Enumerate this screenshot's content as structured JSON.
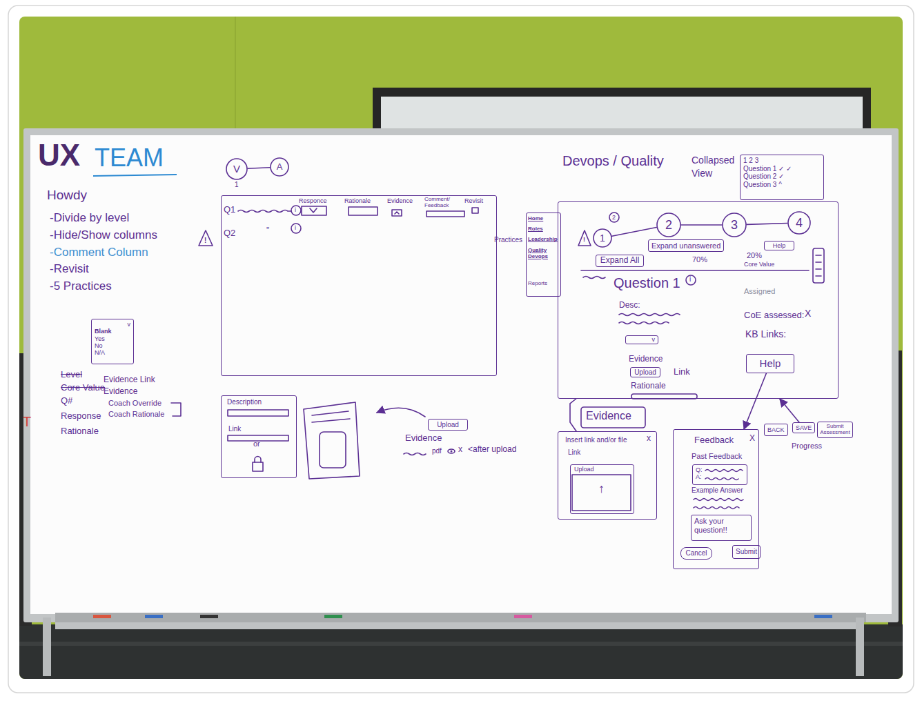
{
  "diagram": {
    "nodes": [
      {
        "text": [
          "V"
        ]
      },
      {
        "text": [
          "A"
        ]
      },
      {
        "text": [
          "v",
          "Blank",
          "Yes",
          "No",
          "N/A"
        ]
      },
      {
        "text": [
          "Responce",
          "Rationale",
          "Evidence",
          "Comment/ Feedback",
          "Revisit",
          "Q1",
          "Q2"
        ]
      },
      {
        "text": [
          "Description",
          "Link",
          "or"
        ]
      },
      {
        "text": [
          "Upload"
        ]
      },
      {
        "text": [
          "1 2 3",
          "Question 1 ✓ ✓",
          "Question 2 ✓",
          "Question 3 ^"
        ]
      },
      {
        "text": [
          "Home",
          "Roles",
          "Leadership",
          "Quality Devops",
          "Reports"
        ]
      },
      {
        "text": [
          "Question 1"
        ]
      },
      {
        "text": [
          "1"
        ],
        "in": 8
      },
      {
        "text": [
          "2"
        ],
        "in": 8
      },
      {
        "text": [
          "3"
        ],
        "in": 8
      },
      {
        "text": [
          "4"
        ],
        "in": 8
      },
      {
        "text": [
          "Expand All"
        ],
        "in": 8
      },
      {
        "text": [
          "Expand unanswered"
        ],
        "in": 8
      },
      {
        "text": [
          "Help"
        ],
        "in": 8
      },
      {
        "text": [
          "v"
        ],
        "in": 8
      },
      {
        "text": [
          "Upload"
        ],
        "in": 8
      },
      {
        "text": [
          "Help"
        ],
        "in": 8
      },
      {
        "text": [
          "Evidence",
          "Insert link and/or file",
          "x",
          "Link"
        ]
      },
      {
        "text": [
          "Upload",
          "↑"
        ],
        "in": 19
      },
      {
        "text": [
          "Feedback",
          "X",
          "Past Feedback",
          "Example Answer"
        ]
      },
      {
        "text": [
          "Q:",
          "A:"
        ],
        "in": 21
      },
      {
        "text": [
          "Ask your question!!"
        ],
        "in": 21
      },
      {
        "text": [
          "Cancel"
        ],
        "in": 21
      },
      {
        "text": [
          "Submit"
        ],
        "in": 21
      },
      {
        "text": [
          "BACK"
        ]
      },
      {
        "text": [
          "SAVE"
        ]
      },
      {
        "text": [
          "Submit Assessment"
        ]
      }
    ],
    "edges": [
      {
        "from": 0,
        "to": 1,
        "arrow": "none"
      },
      {
        "from": 9,
        "to": 10,
        "arrow": "none"
      },
      {
        "from": 10,
        "to": 11,
        "arrow": "none"
      },
      {
        "from": 11,
        "to": 12,
        "arrow": "none"
      },
      {
        "from": 8,
        "to": 19,
        "arrow": "none"
      },
      {
        "from": 18,
        "to": 21,
        "arrow": "to"
      },
      {
        "from": 27,
        "to": 8,
        "arrow": "to"
      }
    ],
    "labels": [
      "UX",
      "TEAM",
      "Howdy",
      "-Divide by level",
      "-Hide/Show columns",
      "-Comment Column",
      "-Revisit",
      "-5 Practices",
      "Level",
      "Core Value",
      "Q#",
      "Response",
      "Rationale",
      "Evidence Link",
      "Evidence",
      "Coach Override",
      "Coach Rationale",
      "1",
      "!",
      "\"",
      "i",
      "i",
      "Evidence",
      "pdf",
      "x",
      "<after upload",
      "Devops / Quality",
      "Collapsed",
      "View",
      "Practices",
      "!",
      "2",
      "70%",
      "20%",
      "Core Value",
      "i",
      "Desc:",
      "Evidence",
      "Link",
      "Rationale",
      "Assigned",
      "CoE assessed:",
      "X",
      "KB Links:",
      "Progress",
      "T"
    ]
  }
}
